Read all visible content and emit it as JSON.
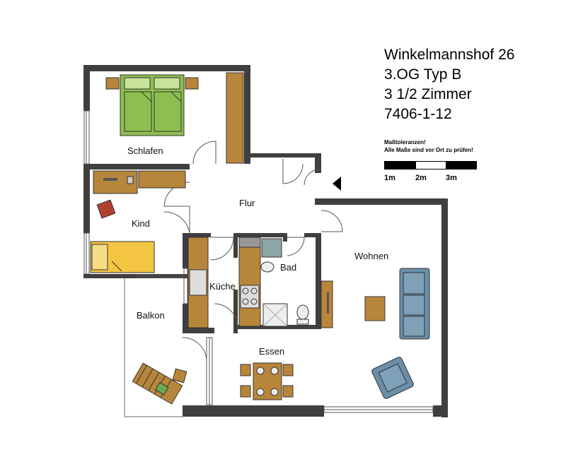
{
  "title": {
    "line1": "Winkelmannshof 26",
    "line2": "3.OG Typ B",
    "line3": "3 1/2 Zimmer",
    "line4": "7406-1-12"
  },
  "notes": {
    "line1": "Maßtoleranzen!",
    "line2": "Alle Maße sind vor Ort zu prüfen!"
  },
  "scale_bar": {
    "labels": [
      "1m",
      "2m",
      "3m"
    ]
  },
  "rooms": {
    "schlafen": "Schlafen",
    "flur": "Flur",
    "kind": "Kind",
    "wohnen": "Wohnen",
    "kueche": "Küche",
    "bad": "Bad",
    "balkon": "Balkon",
    "essen": "Essen"
  },
  "colors": {
    "wall": "#3f3f3f",
    "furniture": "#b8863b",
    "bed_green": "#8cbf4f",
    "bed_yellow": "#f4c542",
    "sofa": "#6a8fa8",
    "armchair_red": "#b2402f"
  }
}
